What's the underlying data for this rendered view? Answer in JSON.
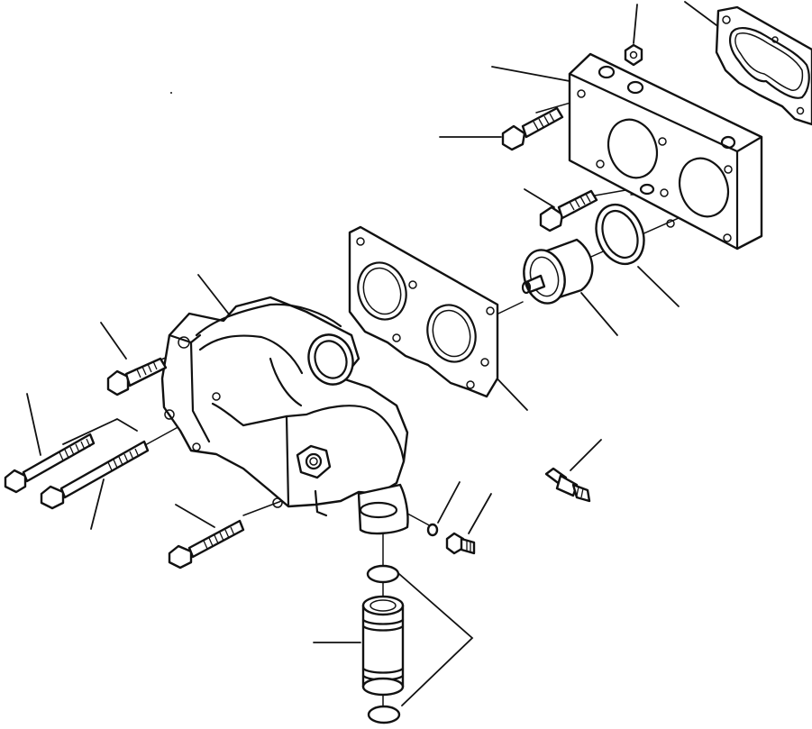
{
  "diagram": {
    "type": "exploded-parts-drawing",
    "parts": [
      "gasket-top-right",
      "thermostat-housing-plate",
      "nut-top",
      "mounting-bolt-plate",
      "mounting-bolt-upper",
      "seal-ring",
      "thermostat",
      "gasket-middle",
      "water-outlet-housing",
      "bolt-short",
      "long-bolt-1",
      "long-bolt-2",
      "bolt-lower",
      "temperature-sender",
      "o-ring-small",
      "plug-fitting",
      "o-ring-upper",
      "connector-pipe",
      "o-ring-lower"
    ]
  }
}
